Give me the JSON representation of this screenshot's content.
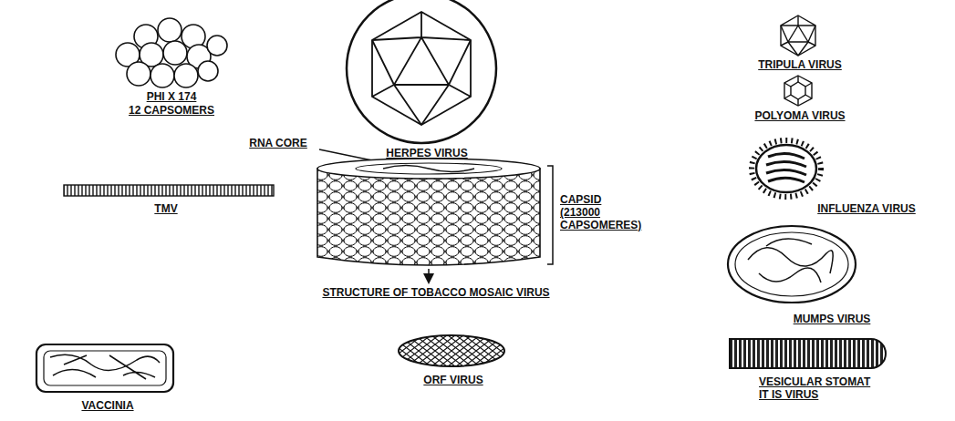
{
  "diagram": {
    "labels": [
      "PHI X 174",
      "12 CAPSOMERS",
      "HERPES VIRUS",
      "TRIPULA VIRUS",
      "POLYOMA VIRUS",
      "RNA CORE",
      "TMV",
      "CAPSID (213000 CAPSOMERES)",
      "INFLUENZA VIRUS",
      "STRUCTURE OF TOBACCO MOSAIC VIRUS",
      "MUMPS VIRUS",
      "VACCINIA",
      "ORF VIRUS",
      "VESICULAR STOMAT IT IS VIRUS"
    ]
  }
}
